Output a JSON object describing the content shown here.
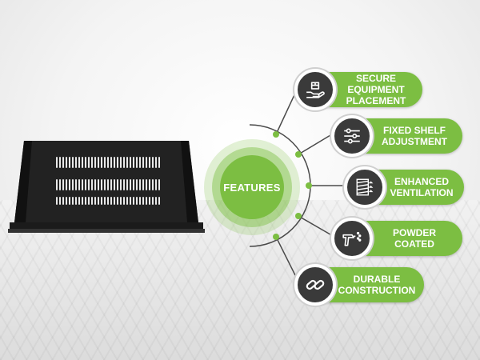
{
  "hub": {
    "label": "FEATURES"
  },
  "features": [
    {
      "label": "SECURE\nEQUIPMENT\nPLACEMENT",
      "icon": "hand-holding-box-icon"
    },
    {
      "label": "FIXED SHELF\nADJUSTMENT",
      "icon": "sliders-icon"
    },
    {
      "label": "ENHANCED\nVENTILATION",
      "icon": "ventilation-grille-icon"
    },
    {
      "label": "POWDER\nCOATED",
      "icon": "spray-gun-icon"
    },
    {
      "label": "DURABLE\nCONSTRUCTION",
      "icon": "chain-link-icon"
    }
  ],
  "colors": {
    "accent": "#7cbe42",
    "icon_bg": "#3a3a3a",
    "shelf": "#1b1b1b"
  }
}
